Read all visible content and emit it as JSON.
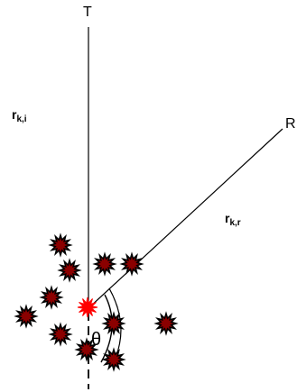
{
  "labels": {
    "transmitter": "T",
    "receiver": "R",
    "theta": "θ",
    "r_incident": {
      "base": "r",
      "sub": "k,i"
    },
    "r_reflected": {
      "base": "r",
      "sub": "k,r"
    }
  },
  "colors": {
    "line": "#000000",
    "scatterer_fill": "#8b0000",
    "scatterer_stroke": "#000000",
    "source_fill": "#ff0000",
    "background": "#ffffff"
  },
  "icons": {
    "scatterer": "spiky-star",
    "source": "red-burst"
  }
}
